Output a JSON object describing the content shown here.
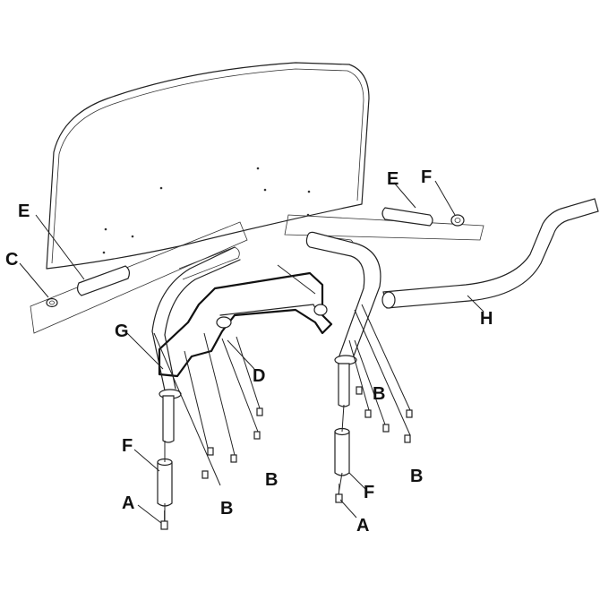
{
  "diagram": {
    "labels": {
      "a_left": "A",
      "a_right": "A",
      "b_left_lower": "B",
      "b_center": "B",
      "b_right_upper": "B",
      "b_right_lower": "B",
      "c": "C",
      "d": "D",
      "e_left": "E",
      "e_right": "E",
      "f_left": "F",
      "f_right": "F",
      "f_top": "F",
      "g": "G",
      "h": "H"
    }
  }
}
